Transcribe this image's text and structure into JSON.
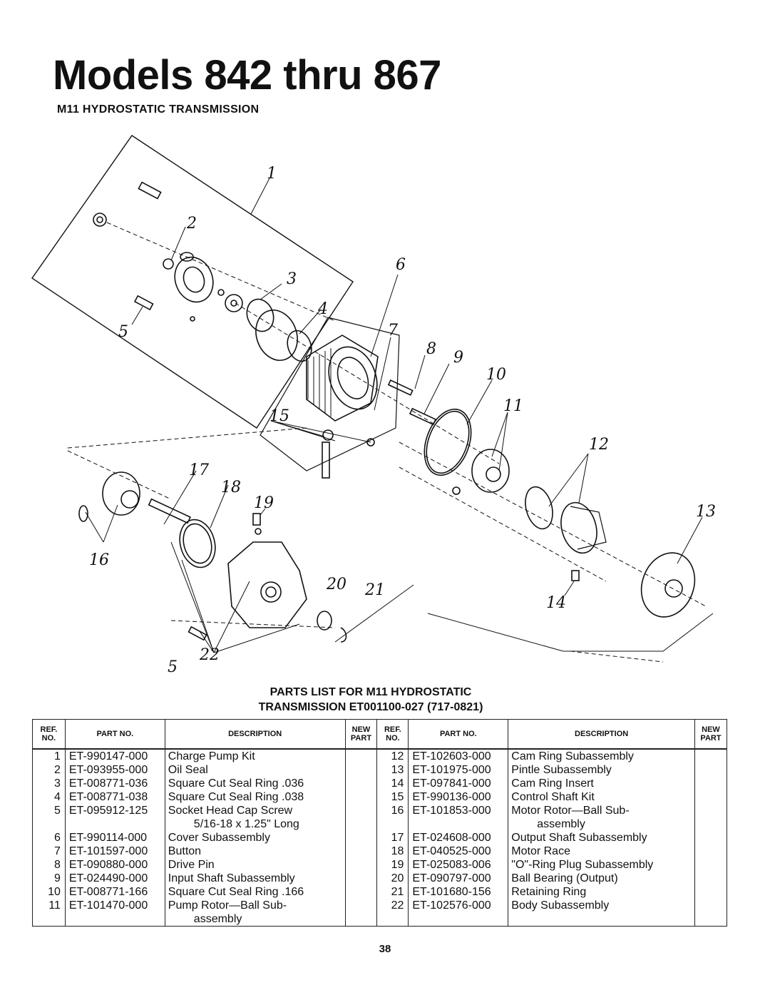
{
  "page": {
    "title": "Models 842 thru 867",
    "subtitle": "M11 HYDROSTATIC TRANSMISSION",
    "page_number": "38"
  },
  "diagram": {
    "callouts": [
      "1",
      "2",
      "3",
      "4",
      "5",
      "6",
      "7",
      "8",
      "9",
      "10",
      "11",
      "12",
      "13",
      "14",
      "15",
      "16",
      "17",
      "18",
      "19",
      "20",
      "21",
      "22",
      "5"
    ]
  },
  "parts_list": {
    "title_line1": "PARTS LIST FOR M11 HYDROSTATIC",
    "title_line2": "TRANSMISSION ET001100-027 (717-0821)",
    "headers": {
      "ref_no": "REF. NO.",
      "part_no": "PART NO.",
      "description": "DESCRIPTION",
      "new_part": "NEW PART"
    },
    "left_rows": [
      {
        "ref": "1",
        "part": "ET-990147-000",
        "desc": "Charge Pump Kit"
      },
      {
        "ref": "2",
        "part": "ET-093955-000",
        "desc": "Oil Seal"
      },
      {
        "ref": "3",
        "part": "ET-008771-036",
        "desc": "Square Cut Seal Ring .036"
      },
      {
        "ref": "4",
        "part": "ET-008771-038",
        "desc": "Square Cut Seal Ring .038"
      },
      {
        "ref": "5",
        "part": "ET-095912-125",
        "desc": "Socket Head Cap Screw"
      },
      {
        "ref": "",
        "part": "",
        "desc": "5/16-18 x 1.25\" Long"
      },
      {
        "ref": "6",
        "part": "ET-990114-000",
        "desc": "Cover Subassembly"
      },
      {
        "ref": "7",
        "part": "ET-101597-000",
        "desc": "Button"
      },
      {
        "ref": "8",
        "part": "ET-090880-000",
        "desc": "Drive Pin"
      },
      {
        "ref": "9",
        "part": "ET-024490-000",
        "desc": "Input Shaft Subassembly"
      },
      {
        "ref": "10",
        "part": "ET-008771-166",
        "desc": "Square Cut Seal Ring .166"
      },
      {
        "ref": "11",
        "part": "ET-101470-000",
        "desc": "Pump Rotor—Ball Sub-"
      },
      {
        "ref": "",
        "part": "",
        "desc": "assembly"
      }
    ],
    "right_rows": [
      {
        "ref": "12",
        "part": "ET-102603-000",
        "desc": "Cam Ring Subassembly"
      },
      {
        "ref": "13",
        "part": "ET-101975-000",
        "desc": "Pintle Subassembly"
      },
      {
        "ref": "14",
        "part": "ET-097841-000",
        "desc": "Cam Ring Insert"
      },
      {
        "ref": "15",
        "part": "ET-990136-000",
        "desc": "Control Shaft Kit"
      },
      {
        "ref": "16",
        "part": "ET-101853-000",
        "desc": "Motor Rotor—Ball Sub-"
      },
      {
        "ref": "",
        "part": "",
        "desc": "assembly"
      },
      {
        "ref": "17",
        "part": "ET-024608-000",
        "desc": "Output Shaft Subassembly"
      },
      {
        "ref": "18",
        "part": "ET-040525-000",
        "desc": "Motor Race"
      },
      {
        "ref": "19",
        "part": "ET-025083-006",
        "desc": "\"O\"-Ring Plug Subassembly"
      },
      {
        "ref": "20",
        "part": "ET-090797-000",
        "desc": "Ball Bearing (Output)"
      },
      {
        "ref": "21",
        "part": "ET-101680-156",
        "desc": "Retaining Ring"
      },
      {
        "ref": "22",
        "part": "ET-102576-000",
        "desc": "Body Subassembly"
      },
      {
        "ref": "",
        "part": "",
        "desc": ""
      }
    ]
  }
}
